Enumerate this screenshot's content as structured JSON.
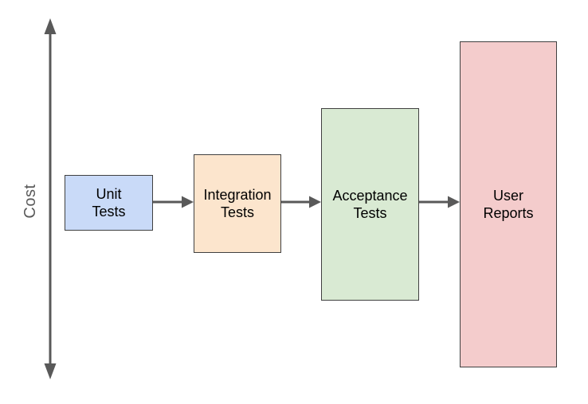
{
  "diagram": {
    "axis": {
      "label": "Cost",
      "color": "#595959"
    },
    "arrow_color": "#595959",
    "border_color": "#404040",
    "text_color": "#000000",
    "boxes": [
      {
        "id": "unit-tests",
        "label": "Unit\nTests",
        "fill": "#c9daf8"
      },
      {
        "id": "integration-tests",
        "label": "Integration\nTests",
        "fill": "#fce5cd"
      },
      {
        "id": "acceptance-tests",
        "label": "Acceptance\nTests",
        "fill": "#d9ead3"
      },
      {
        "id": "user-reports",
        "label": "User\nReports",
        "fill": "#f4cccc"
      }
    ]
  }
}
